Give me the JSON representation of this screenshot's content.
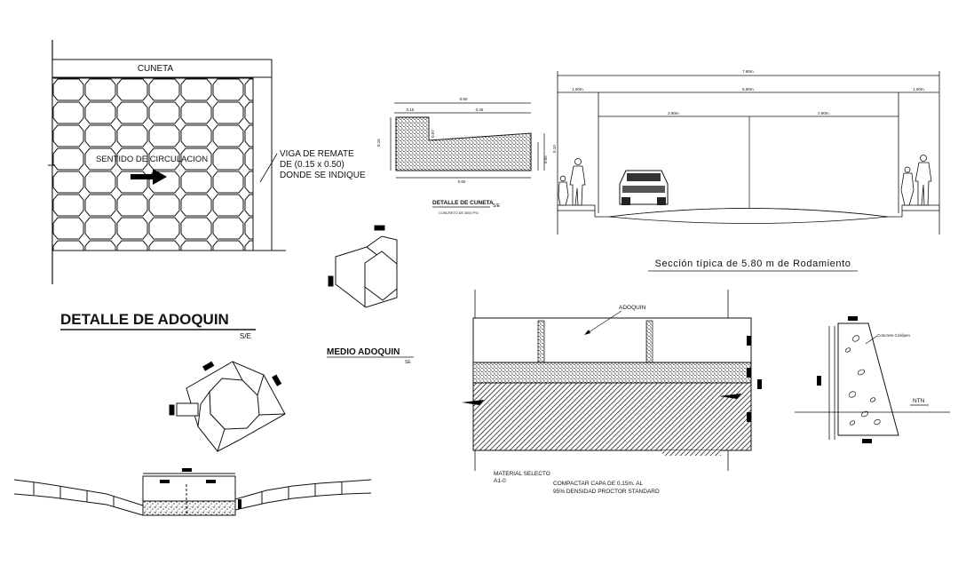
{
  "paver_detail": {
    "cuneta_label": "CUNETA",
    "circulation_label": "SENTIDO DE CIRCULACION",
    "beam_note": [
      "VIGA DE REMATE",
      "DE (0.15 x 0.50)",
      "DONDE SE INDIQUE"
    ]
  },
  "gutter_detail": {
    "title": "DETALLE DE CUNETA",
    "scale": "S/E",
    "subtitle": "CONCRETO DE 3000 PSI",
    "dims": [
      "0.60",
      "0.15",
      "0.45",
      "0.15",
      "0.07",
      "0.05",
      "0.10",
      "0.60"
    ]
  },
  "road_section": {
    "title": "Sección típica de 5.80 m de Rodamiento",
    "dims_top": [
      "7.80m.",
      "1.00m.",
      "5.80m.",
      "1.00m."
    ],
    "dims_lanes": [
      "2.90m.",
      "2.90m."
    ]
  },
  "detalle_adoquin": {
    "title": "DETALLE DE ADOQUIN",
    "scale": "S/E"
  },
  "medio_adoquin": {
    "title": "MEDIO ADOQUIN",
    "scale": "SE"
  },
  "layers_section": {
    "adoquin_label": "ADOQUIN",
    "material_label": [
      "MATERIAL SELECTO",
      "A1-0"
    ],
    "compact_note": [
      "COMPACTAR CAPA DE 0.15m. AL",
      "95% DENSIDAD PROCTOR STANDARD"
    ]
  },
  "curb_detail": {
    "label": "Concreto Ciclópeo",
    "ntn_label": "NTN"
  }
}
